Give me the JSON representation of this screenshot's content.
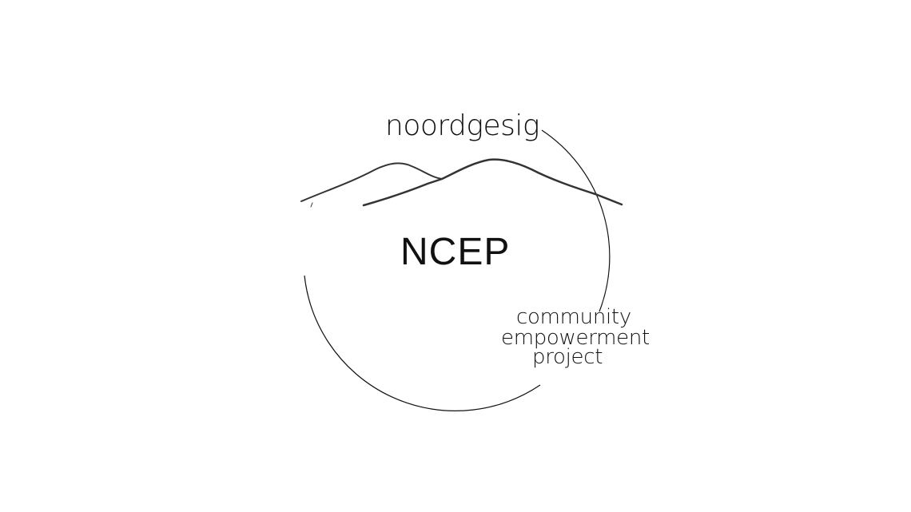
{
  "logo": {
    "brand_name": "noordgesig",
    "acronym": "NCEP",
    "tagline_lines": [
      "community",
      "empowerment",
      "project"
    ],
    "ink_color": "#111111",
    "background_color": "#ffffff"
  }
}
